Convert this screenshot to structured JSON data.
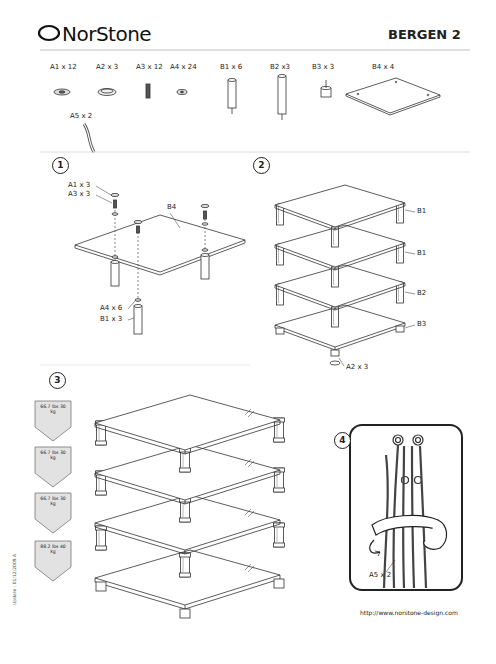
{
  "diagram": {
    "title": "BERGEN 2",
    "nodes": [
      {
        "text": [
          "1"
        ]
      },
      {
        "text": [
          "2"
        ]
      },
      {
        "text": [
          "3"
        ]
      },
      {
        "text": [
          "4"
        ]
      },
      {
        "text": [
          "66.7 lbs 30 kg"
        ]
      },
      {
        "text": [
          "66.7 lbs 30 kg"
        ]
      },
      {
        "text": [
          "66.7 lbs 30 kg"
        ]
      },
      {
        "text": [
          "88.2 lbs 40 kg"
        ]
      }
    ],
    "labels": [
      "NorStone",
      "A1 x 12",
      "A2 x 3",
      "A3 x 12",
      "A4 x 24",
      "B1 x 6",
      "B2 x3",
      "B3 x 3",
      "B4 x 4",
      "A5 x 2",
      "A1 x 3",
      "A3 x 3",
      "B4",
      "A4 x 6",
      "B1 x 3",
      "B1",
      "B1",
      "B2",
      "B3",
      "A2 x 3",
      "A5 x 2",
      "http://www.norstone-design.com",
      "Update : 01/12/2009 A"
    ]
  }
}
